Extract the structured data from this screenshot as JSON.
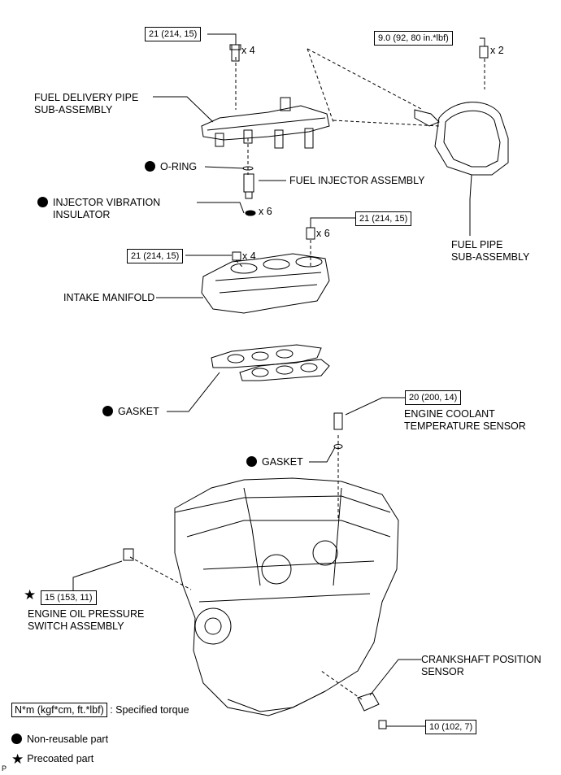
{
  "torques": {
    "delivery_pipe_bolt": "21 (214, 15)",
    "fuel_pipe_bolt": "9.0 (92, 80 in.*lbf)",
    "manifold_bolt_right": "21 (214, 15)",
    "manifold_nut_left": "21 (214, 15)",
    "coolant_sensor": "20 (200, 14)",
    "oil_pressure_switch": "15 (153, 11)",
    "crankshaft_sensor_bolt": "10 (102, 7)"
  },
  "quantities": {
    "delivery_pipe_bolts": "x 4",
    "fuel_pipe_bolts": "x 2",
    "insulators": "x 6",
    "manifold_bolts": "x 6",
    "manifold_nuts": "x 4"
  },
  "labels": {
    "fuel_delivery_pipe": [
      "FUEL DELIVERY PIPE",
      "SUB-ASSEMBLY"
    ],
    "o_ring": "O-RING",
    "fuel_injector": "FUEL INJECTOR ASSEMBLY",
    "injector_insulator": [
      "INJECTOR VIBRATION",
      "INSULATOR"
    ],
    "intake_manifold": "INTAKE MANIFOLD",
    "fuel_pipe": [
      "FUEL PIPE",
      "SUB-ASSEMBLY"
    ],
    "gasket_manifold": "GASKET",
    "gasket_sensor": "GASKET",
    "coolant_sensor": [
      "ENGINE COOLANT",
      "TEMPERATURE SENSOR"
    ],
    "oil_pressure_switch": [
      "ENGINE OIL PRESSURE",
      "SWITCH ASSEMBLY"
    ],
    "crankshaft_sensor": [
      "CRANKSHAFT POSITION",
      "SENSOR"
    ]
  },
  "legend": {
    "torque_unit": "N*m (kgf*cm, ft.*lbf)",
    "torque_text": ": Specified torque",
    "non_reusable": "Non-reusable part",
    "precoated": "Precoated part"
  },
  "corner_mark": "P",
  "icons": {
    "non_reusable": "filled-circle-icon",
    "precoated": "star-icon"
  }
}
